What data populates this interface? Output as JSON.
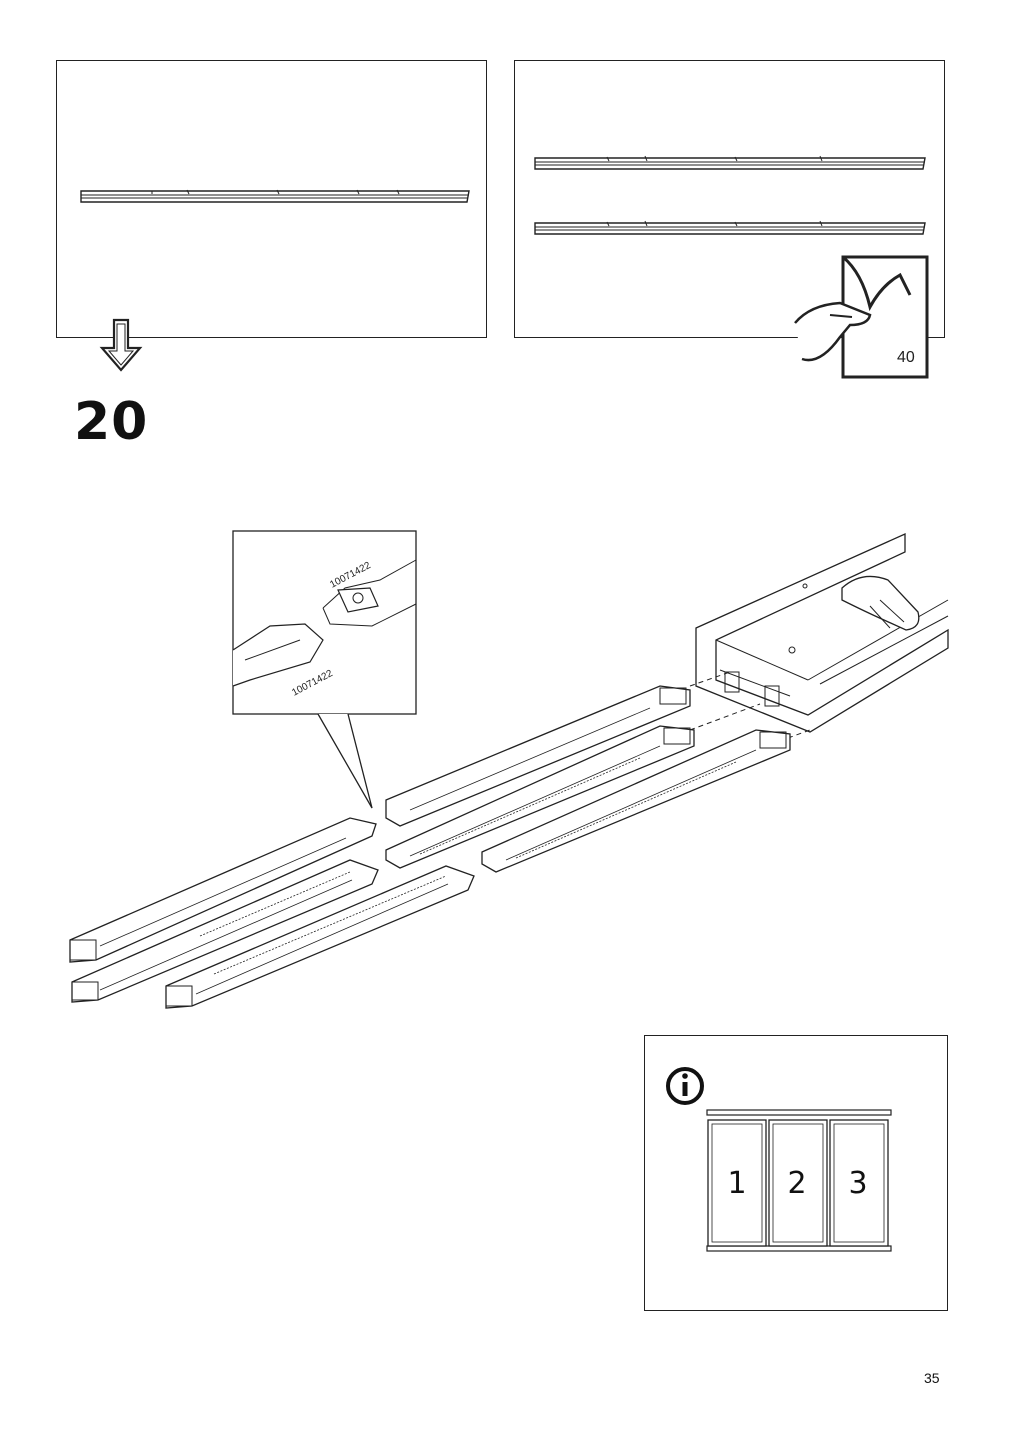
{
  "step": {
    "number": "20"
  },
  "page": {
    "number": "35"
  },
  "reference": {
    "page": "40"
  },
  "detail": {
    "part_number_top": "10071422",
    "part_number_bottom": "10071422"
  },
  "info": {
    "icon": "info-icon",
    "doors": [
      "1",
      "2",
      "3"
    ]
  },
  "icons": {
    "arrow": "down-arrow-icon",
    "page_turn": "page-turn-hand-icon",
    "hand": "hand-press-icon"
  }
}
